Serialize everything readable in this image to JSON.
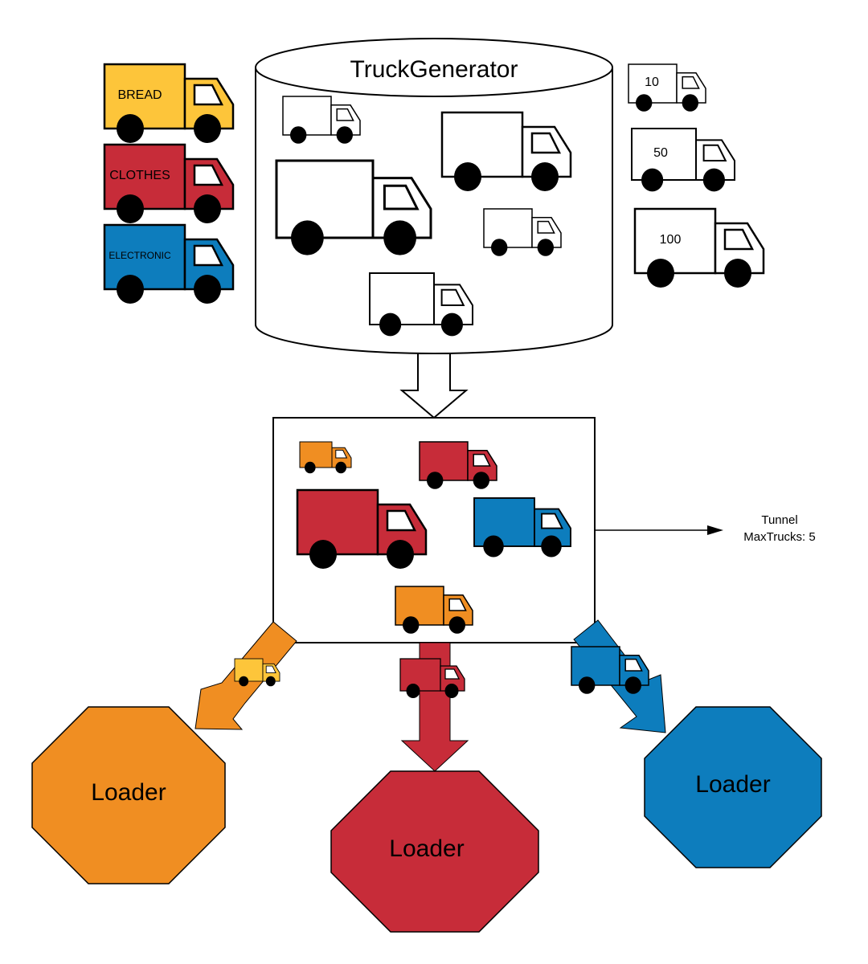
{
  "generator": {
    "title": "TruckGenerator"
  },
  "cargo_types": [
    {
      "label": "BREAD",
      "color": "#fdc53a"
    },
    {
      "label": "CLOTHES",
      "color": "#c72c39"
    },
    {
      "label": "ELECTRONIC",
      "color": "#0d7dbd"
    }
  ],
  "capacities": [
    "10",
    "50",
    "100"
  ],
  "tunnel": {
    "name": "Tunnel",
    "max_trucks": "MaxTrucks: 5"
  },
  "loaders": [
    {
      "label": "Loader",
      "color": "#f08e22"
    },
    {
      "label": "Loader",
      "color": "#c72c39"
    },
    {
      "label": "Loader",
      "color": "#0d7dbd"
    }
  ],
  "colors": {
    "yellow": "#fdc53a",
    "orange": "#f08e22",
    "red": "#c72c39",
    "blue": "#0d7dbd",
    "outline": "#000000",
    "background": "#ffffff"
  }
}
